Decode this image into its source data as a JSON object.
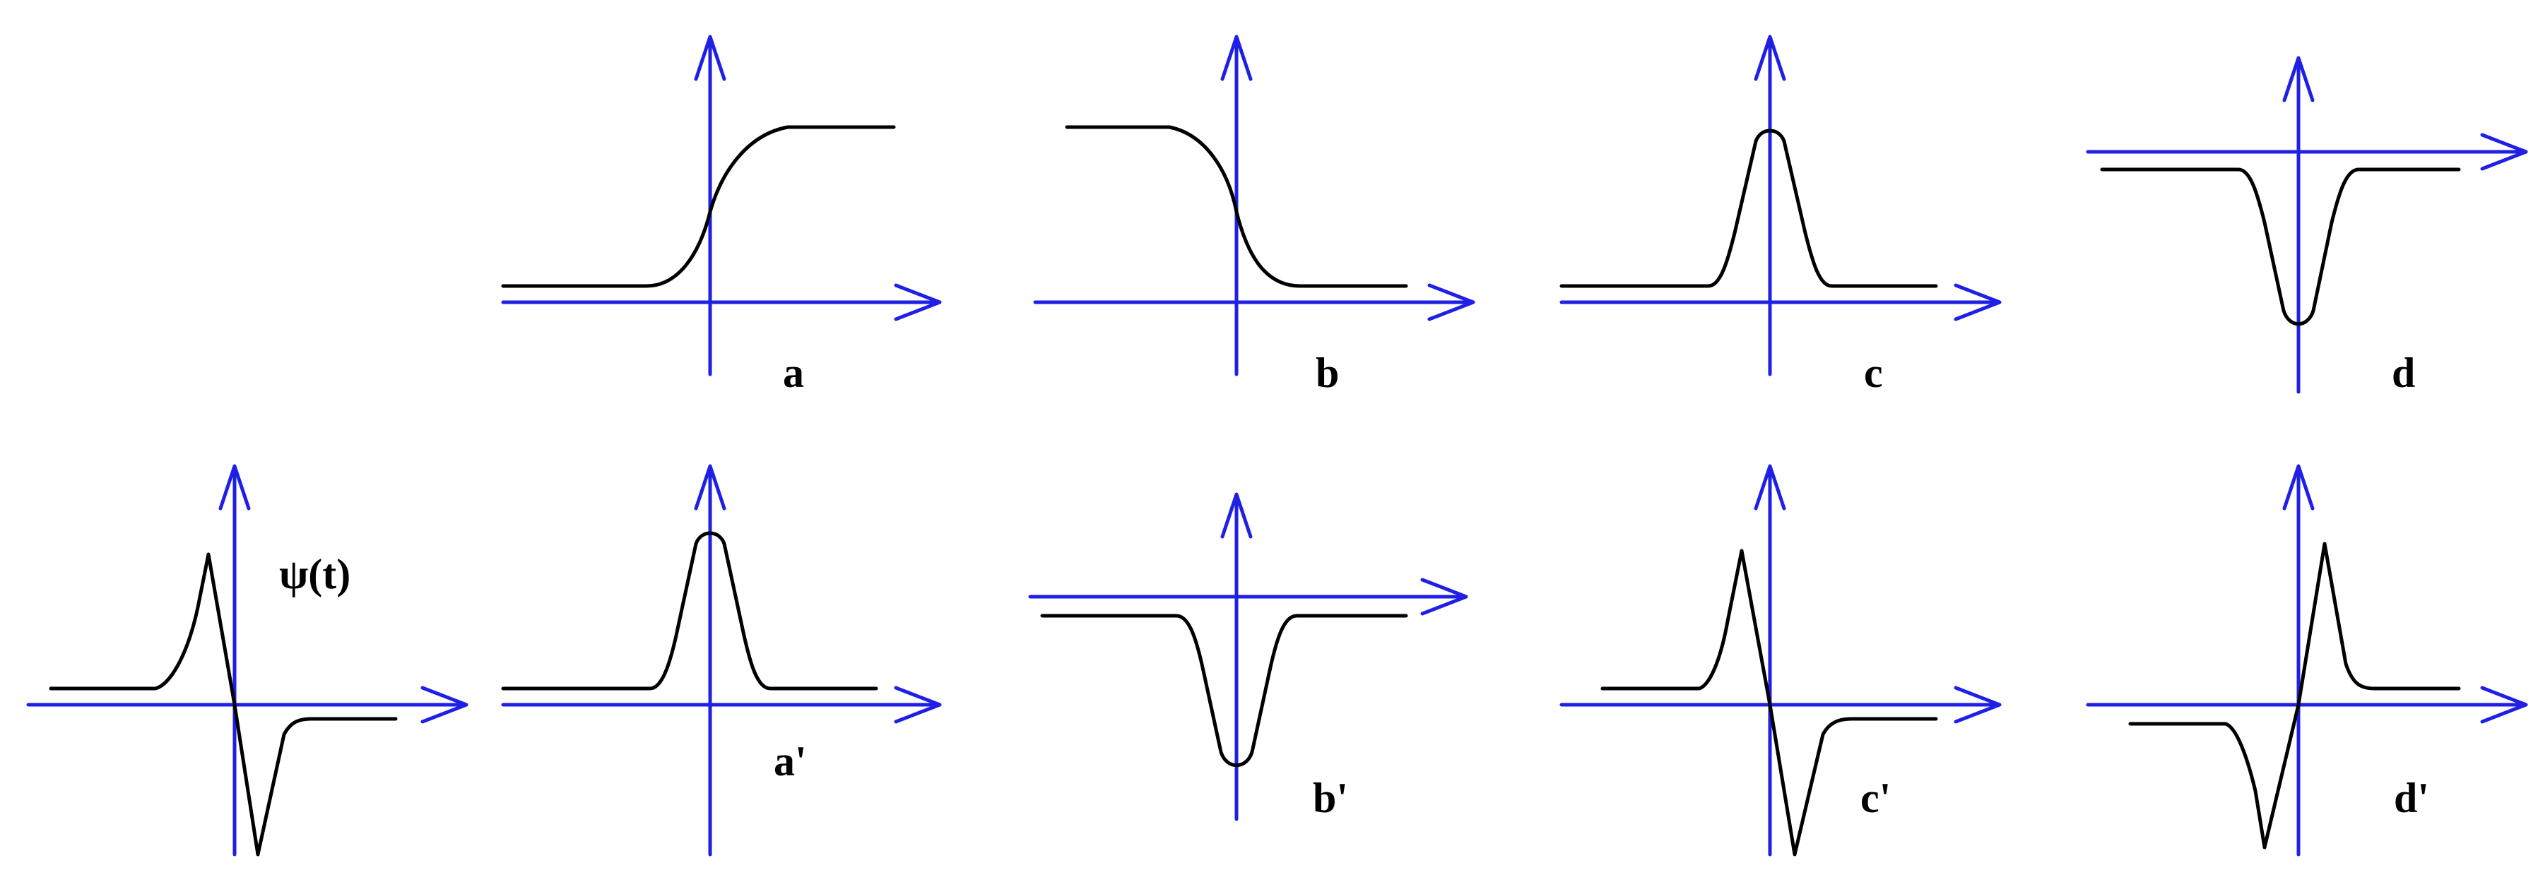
{
  "colors": {
    "axis": "#1f1fe6",
    "curve": "#000000",
    "background": "#ffffff"
  },
  "panels": [
    {
      "id": "a",
      "label": "a",
      "shape": "sigmoid-rise"
    },
    {
      "id": "b",
      "label": "b",
      "shape": "sigmoid-fall"
    },
    {
      "id": "c",
      "label": "c",
      "shape": "positive-pulse"
    },
    {
      "id": "d",
      "label": "d",
      "shape": "negative-pulse"
    },
    {
      "id": "psi",
      "label": "ψ(t)",
      "shape": "wavelet-pos-first"
    },
    {
      "id": "a2",
      "label": "a'",
      "shape": "positive-pulse"
    },
    {
      "id": "b2",
      "label": "b'",
      "shape": "negative-pulse"
    },
    {
      "id": "c2",
      "label": "c'",
      "shape": "wavelet-pos-first"
    },
    {
      "id": "d2",
      "label": "d'",
      "shape": "wavelet-neg-first"
    }
  ]
}
